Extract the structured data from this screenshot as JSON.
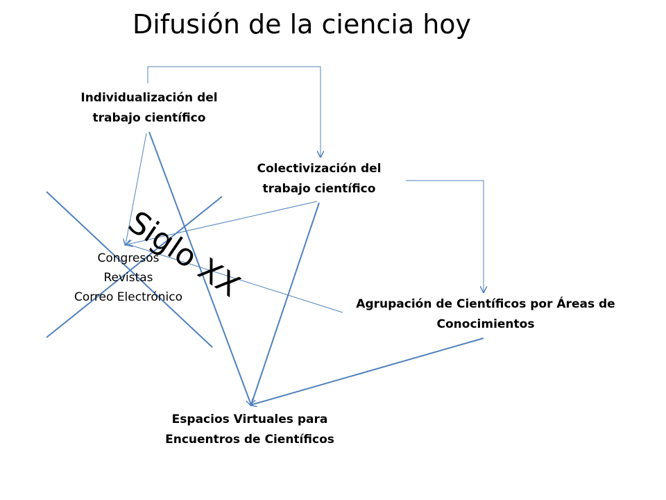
{
  "title": "Difusión de la ciencia hoy",
  "nodes": {
    "individualizacion": [
      "Individualización del",
      "trabajo científico"
    ],
    "colectivizacion": [
      "Colectivización del",
      "trabajo científico"
    ],
    "congresos": [
      "Congresos",
      "Revistas",
      "Correo Electrónico"
    ],
    "agrupacion": [
      "Agrupación de Científicos por Áreas de",
      "Conocimientos"
    ],
    "espacios": [
      "Espacios Virtuales para",
      "Encuentros de Científicos"
    ]
  },
  "overlay": "Siglo XX",
  "colors": {
    "connector": "#4f81bd",
    "text": "#000000"
  }
}
